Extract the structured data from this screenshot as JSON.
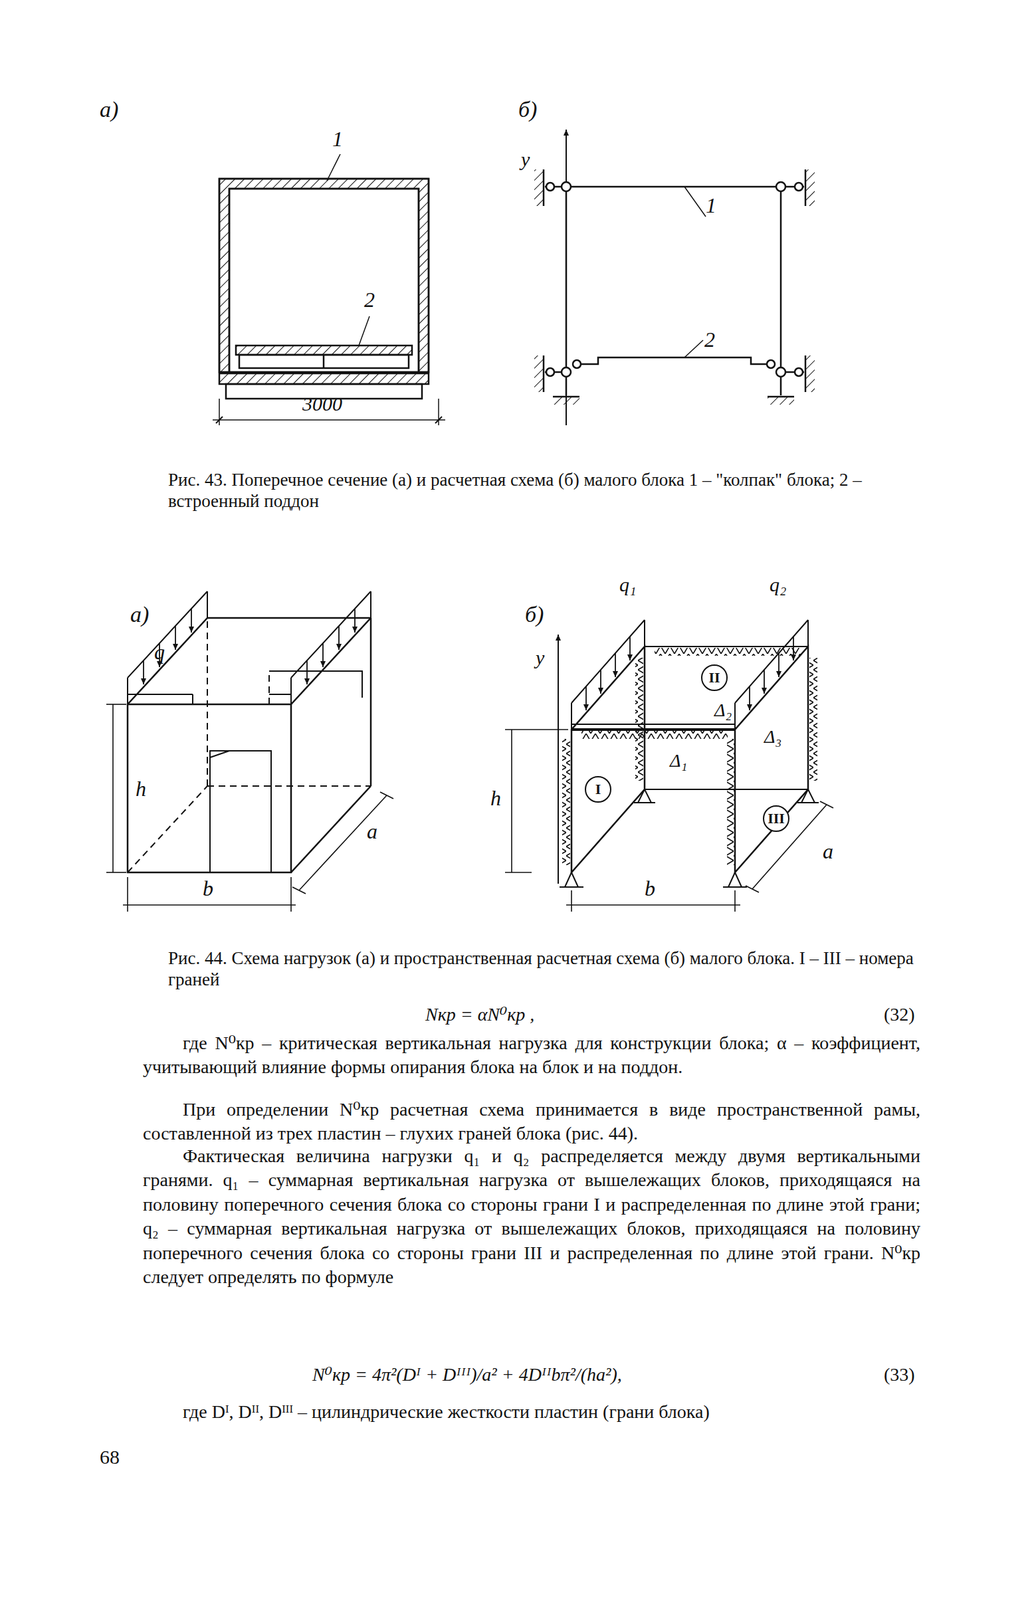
{
  "diagram": {
    "nodes": [
      {
        "text": [
          "I"
        ]
      },
      {
        "text": [
          "II"
        ]
      },
      {
        "text": [
          "III"
        ]
      }
    ],
    "labels": [
      "а)",
      "1",
      "2",
      "3000",
      "б)",
      "y",
      "1",
      "2",
      "Рис. 43. Поперечное сечение (а) и расчетная схема (б) малого блока 1 – \"колпак\" блока; 2 – встроенный поддон",
      "а)",
      "q",
      "h",
      "a",
      "b",
      "б)",
      "q₁",
      "q₂",
      "y",
      "h",
      "Δ₁",
      "Δ₂",
      "Δ₃",
      "b",
      "a",
      "Рис. 44. Схема нагрузок (а) и пространственная расчетная схема (б) малого блока. I – III – номера граней",
      "Nкр = αN⁰кр ,",
      "(32)",
      "где N⁰кр – критическая вертикальная нагрузка для конструкции блока; α – коэффициент, учитывающий влияние формы опирания блока на блок и на поддон.",
      "При определении N⁰кр расчетная схема принимается в виде пространственной рамы, составленной из трех пластин – глухих граней блока (рис. 44).",
      "Фактическая величина нагрузки q₁ и q₂ распределяется между двумя вертикальными гранями. q₁ – суммарная вертикальная нагрузка от вышележащих блоков, приходящаяся на половину поперечного сечения блока со стороны грани I и распределенная по длине этой грани; q₂ – суммарная вертикальная нагрузка от вышележащих блоков, приходящаяся на половину поперечного сечения блока со стороны грани III и распределенная по длине этой грани. N⁰кр следует определять по формуле",
      "N⁰кр = 4π²(Dᴵ + Dᴵᴵᴵ)/a² + 4Dᴵᴵbπ²/(ha²),",
      "(33)",
      "где Dᴵ, Dᴵᴵ, Dᴵᴵᴵ – цилиндрические жесткости пластин (грани блока)",
      "68"
    ]
  }
}
